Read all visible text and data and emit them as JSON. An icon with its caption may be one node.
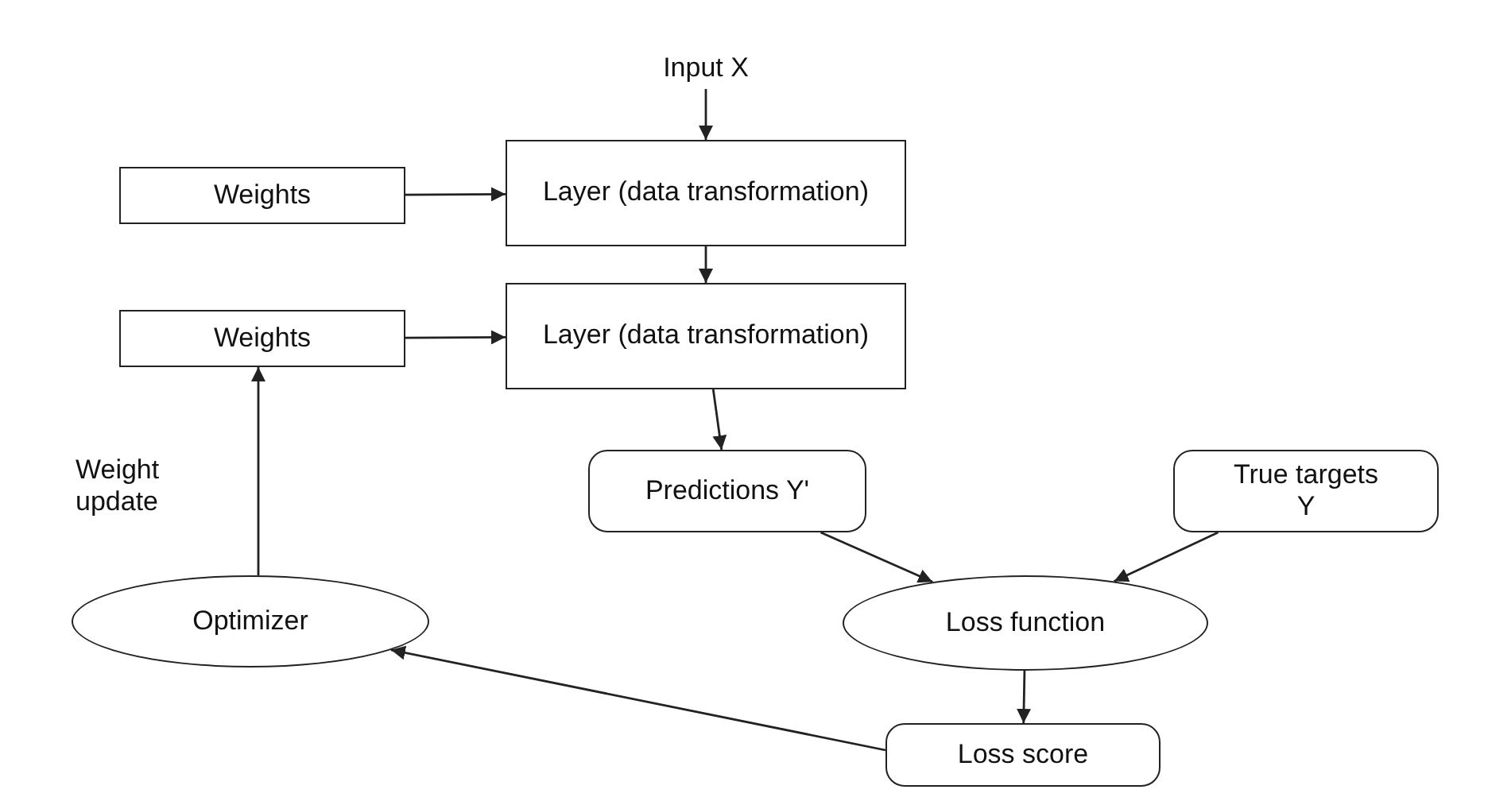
{
  "diagram": {
    "nodes": [
      {
        "text": [
          "Input X"
        ]
      },
      {
        "text": [
          "Weights"
        ]
      },
      {
        "text": [
          "Layer (data transformation)"
        ]
      },
      {
        "text": [
          "Weights"
        ]
      },
      {
        "text": [
          "Layer (data transformation)"
        ]
      },
      {
        "text": [
          "Predictions Y'"
        ]
      },
      {
        "text": [
          "True targets Y"
        ]
      },
      {
        "text": [
          "Optimizer"
        ]
      },
      {
        "text": [
          "Loss function"
        ]
      },
      {
        "text": [
          "Loss score"
        ]
      }
    ],
    "edges": [
      {
        "from": 0,
        "to": 2,
        "arrow": "to"
      },
      {
        "from": 1,
        "to": 2,
        "arrow": "to"
      },
      {
        "from": 2,
        "to": 4,
        "arrow": "to"
      },
      {
        "from": 3,
        "to": 4,
        "arrow": "to"
      },
      {
        "from": 4,
        "to": 5,
        "arrow": "to"
      },
      {
        "from": 5,
        "to": 8,
        "arrow": "to"
      },
      {
        "from": 6,
        "to": 8,
        "arrow": "to"
      },
      {
        "from": 8,
        "to": 9,
        "arrow": "to"
      },
      {
        "from": 9,
        "to": 7,
        "arrow": "to"
      },
      {
        "from": 7,
        "to": 3,
        "arrow": "to",
        "label": "Weight update"
      }
    ]
  }
}
